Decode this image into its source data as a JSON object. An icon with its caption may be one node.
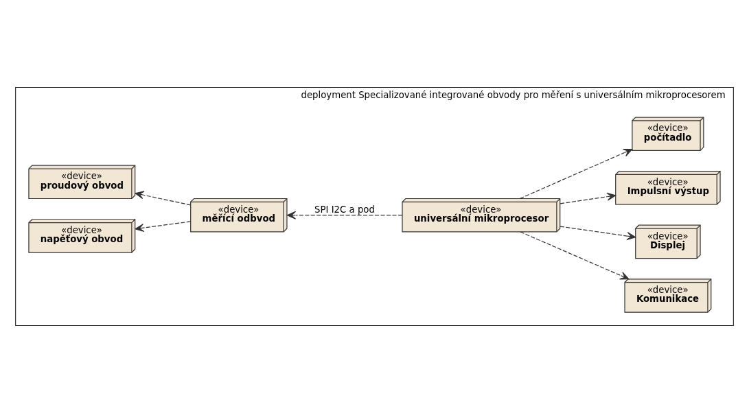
{
  "diagram": {
    "nodes": [
      {
        "text": [
          "deployment Specializované integrované obvody pro měření s universálním mikroprocesorem"
        ]
      },
      {
        "text": [
          "«device»",
          "napěťový obvod"
        ],
        "in": 0
      },
      {
        "text": [
          "«device»",
          "proudový obvod"
        ],
        "in": 0
      },
      {
        "text": [
          "«device»",
          "měřící odbvod"
        ],
        "in": 0
      },
      {
        "text": [
          "«device»",
          "universální mikroprocesor"
        ],
        "in": 0
      },
      {
        "text": [
          "«device»",
          "počítadlo"
        ],
        "in": 0
      },
      {
        "text": [
          "«device»",
          "Impulsní výstup"
        ],
        "in": 0
      },
      {
        "text": [
          "«device»",
          "Displej"
        ],
        "in": 0
      },
      {
        "text": [
          "«device»",
          "Komunikace"
        ],
        "in": 0
      }
    ],
    "edges": [
      {
        "from": 3,
        "to": 1,
        "arrow": "to",
        "style": "dashed"
      },
      {
        "from": 3,
        "to": 2,
        "arrow": "to",
        "style": "dashed"
      },
      {
        "from": 4,
        "to": 3,
        "arrow": "to",
        "style": "dashed",
        "label": "SPI I2C a pod"
      },
      {
        "from": 4,
        "to": 5,
        "arrow": "to",
        "style": "dashed"
      },
      {
        "from": 4,
        "to": 6,
        "arrow": "to",
        "style": "dashed"
      },
      {
        "from": 4,
        "to": 7,
        "arrow": "to",
        "style": "dashed"
      },
      {
        "from": 4,
        "to": 8,
        "arrow": "to",
        "style": "dashed"
      }
    ]
  }
}
